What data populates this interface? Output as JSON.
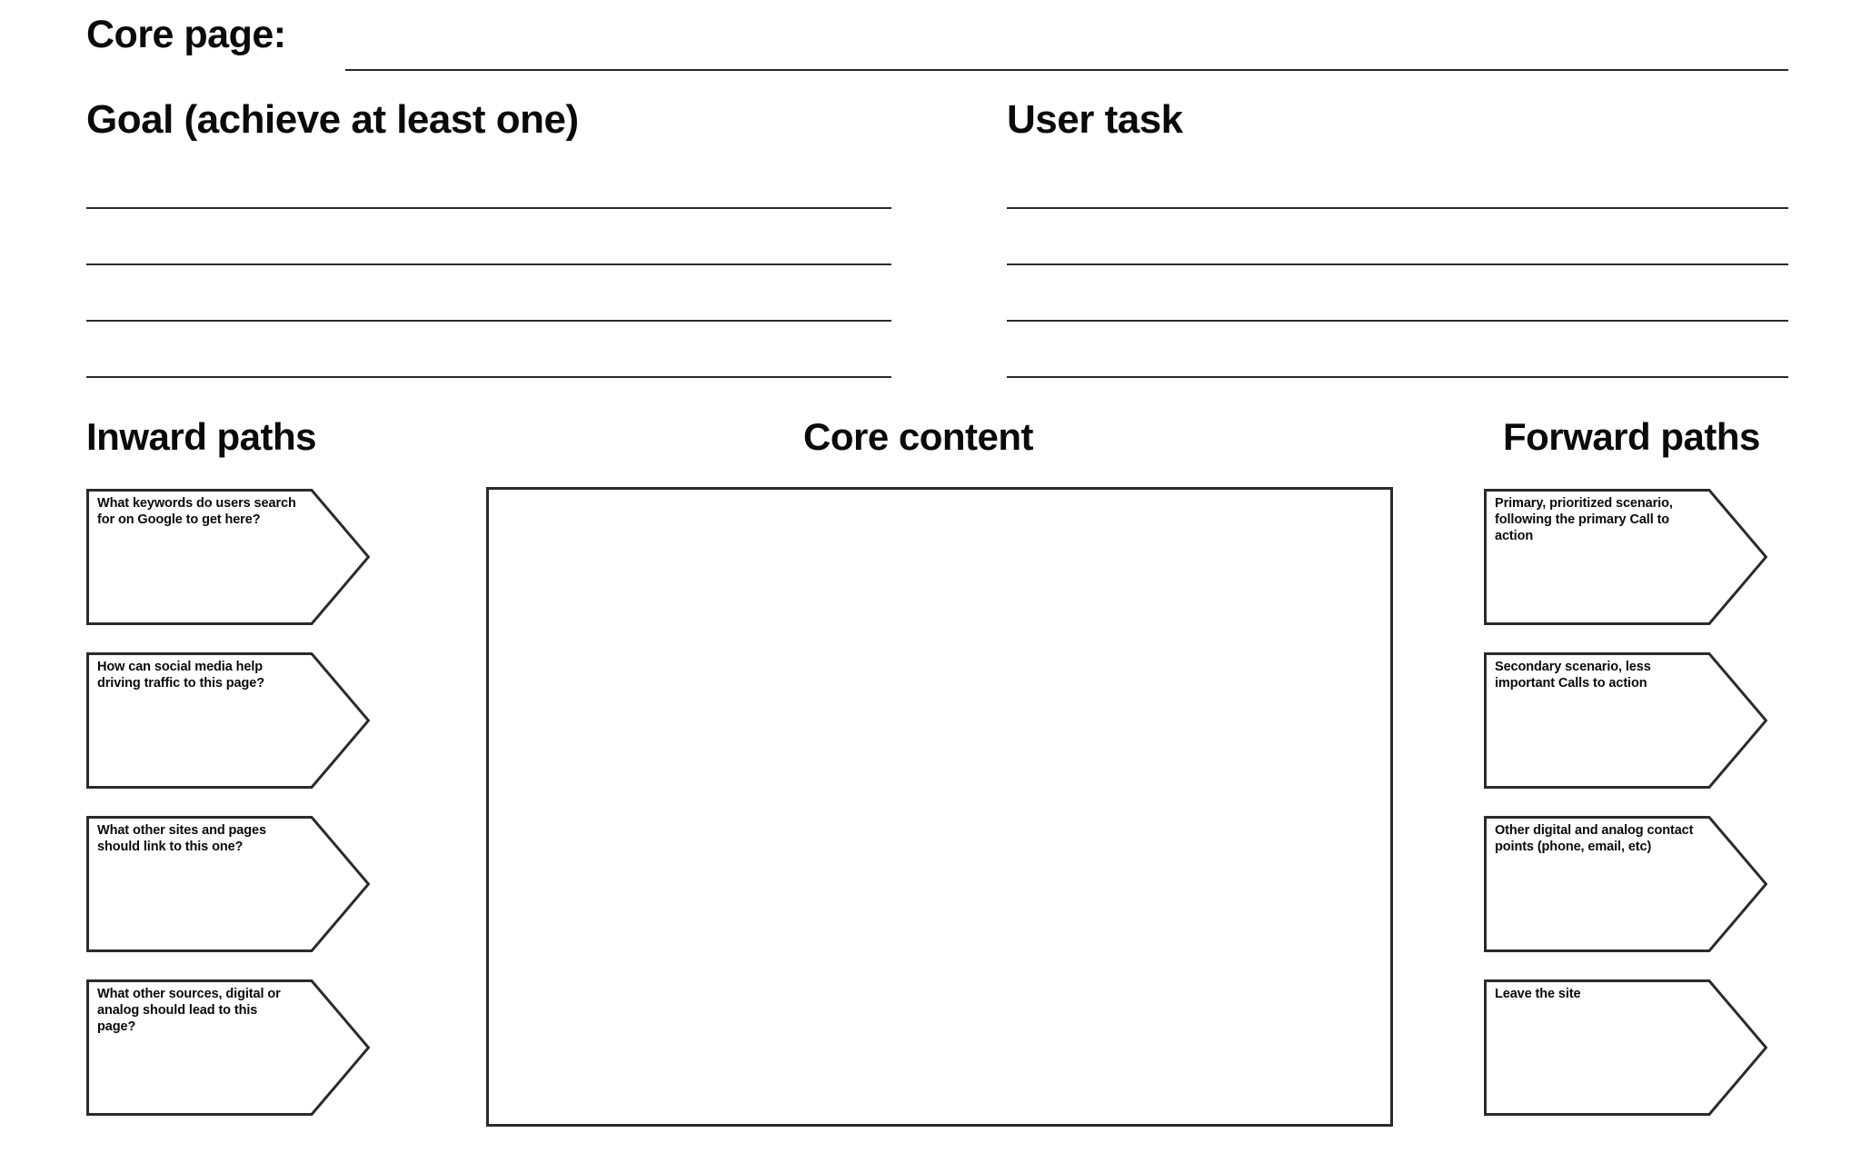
{
  "worksheet": {
    "core_page_label": "Core page:",
    "core_page_value": ""
  },
  "goal": {
    "heading": "Goal (achieve at least one)",
    "line_count": 4,
    "lines": [
      "",
      "",
      "",
      ""
    ]
  },
  "user_task": {
    "heading": "User task",
    "line_count": 4,
    "lines": [
      "",
      "",
      "",
      ""
    ]
  },
  "inward_paths": {
    "heading": "Inward paths",
    "cards": [
      {
        "text": "What keywords do users search for on Google to get here?"
      },
      {
        "text": "How can social media help driving traffic to this page?"
      },
      {
        "text": "What other sites and pages should link to this one?"
      },
      {
        "text": "What other sources, digital or analog should lead to this page?"
      }
    ]
  },
  "core_content": {
    "heading": "Core content",
    "value": ""
  },
  "forward_paths": {
    "heading": "Forward paths",
    "cards": [
      {
        "text": "Primary, prioritized scenario, following the primary Call to action"
      },
      {
        "text": "Secondary scenario, less important Calls to action"
      },
      {
        "text": "Other digital and analog contact points (phone, email, etc)"
      },
      {
        "text": "Leave the site"
      }
    ]
  },
  "colors": {
    "background": "#ffffff",
    "ink": "#111111",
    "stroke": "#2b2b2b"
  }
}
